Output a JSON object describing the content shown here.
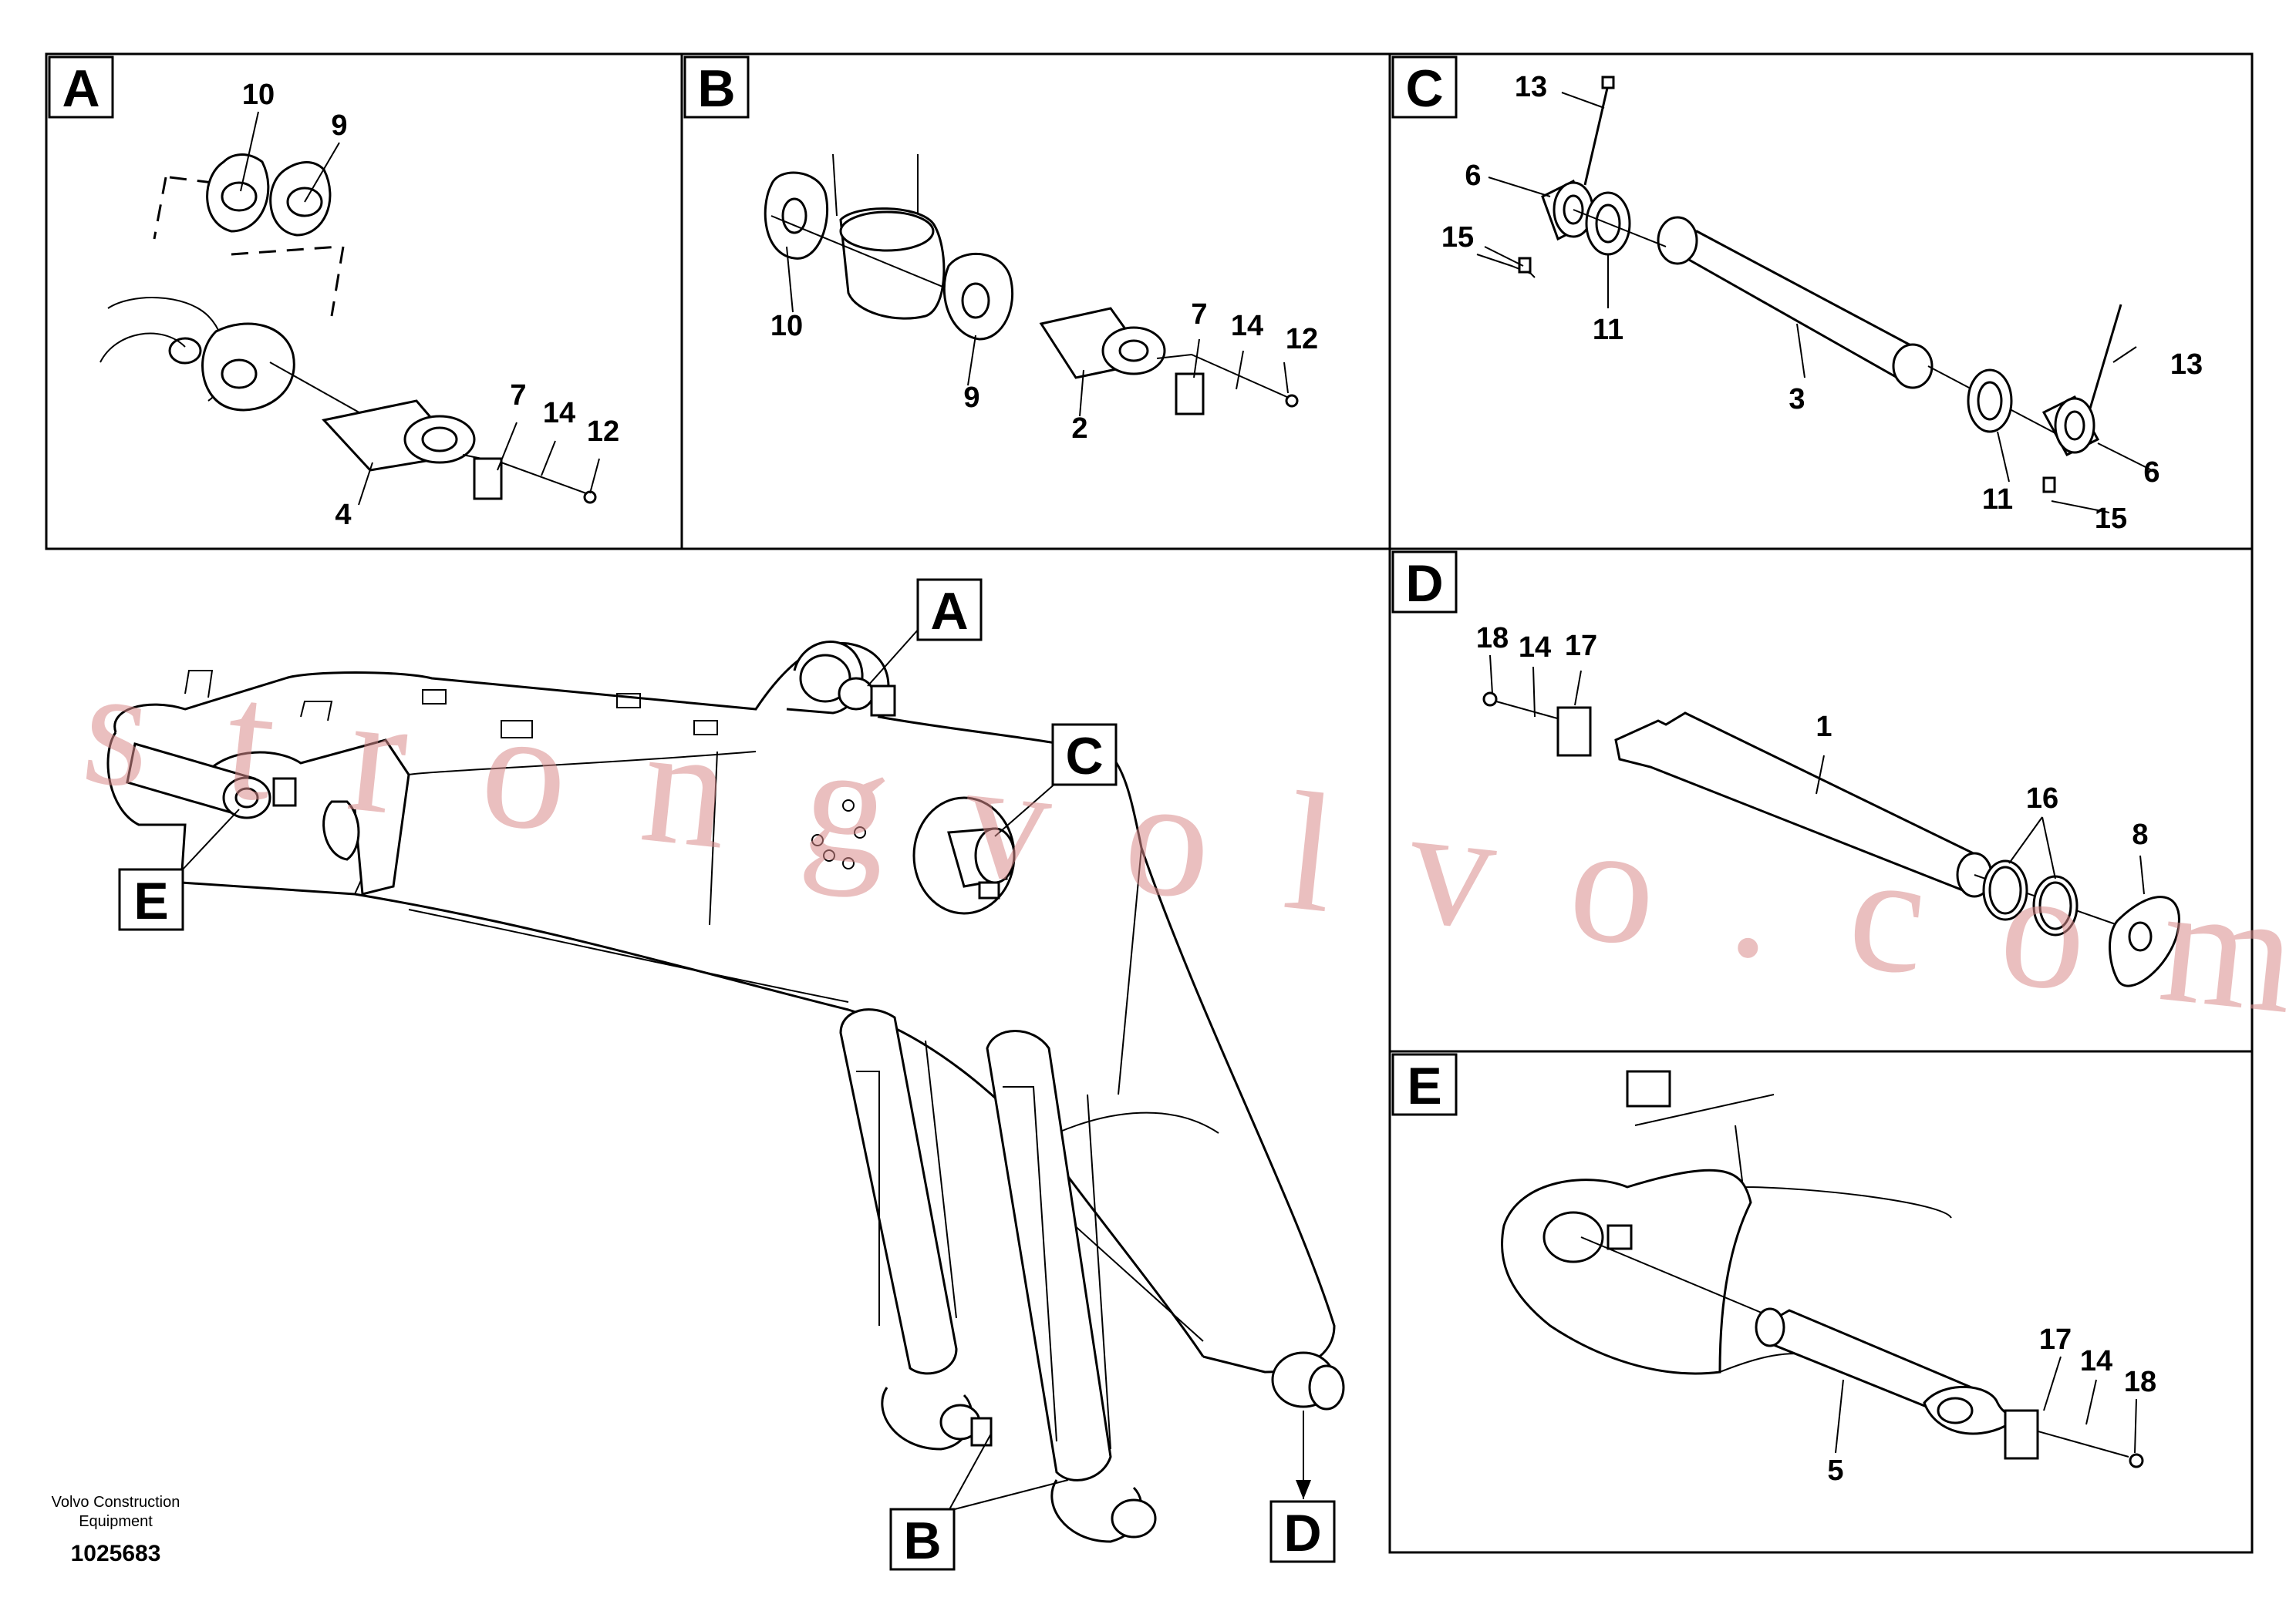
{
  "panels": {
    "A": {
      "tag": "A",
      "labels": [
        "10",
        "9",
        "7",
        "14",
        "12",
        "4"
      ]
    },
    "B": {
      "tag": "B",
      "labels": [
        "10",
        "9",
        "2",
        "7",
        "14",
        "12"
      ]
    },
    "C": {
      "tag": "C",
      "labels": [
        "13",
        "6",
        "15",
        "11",
        "3",
        "13",
        "11",
        "6",
        "15"
      ]
    },
    "D": {
      "tag": "D",
      "labels": [
        "18",
        "14",
        "17",
        "1",
        "16",
        "8"
      ]
    },
    "E": {
      "tag": "E",
      "labels": [
        "17",
        "14",
        "18",
        "5"
      ]
    }
  },
  "callouts": [
    "A",
    "B",
    "C",
    "D",
    "E"
  ],
  "watermark": "strongvolvo.com",
  "footer": {
    "company": "Volvo Construction Equipment",
    "company_line1": "Volvo Construction",
    "company_line2": "Equipment",
    "drawing_number": "1025683"
  }
}
